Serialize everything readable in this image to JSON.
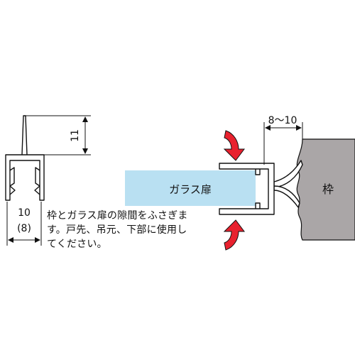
{
  "labels": {
    "height_dim": "11",
    "width_dim": "10",
    "width_dim_alt": "(8)",
    "gap_dim": "8〜10",
    "glass_door": "ガラス扉",
    "frame": "枠"
  },
  "description": {
    "lines": [
      "枠とガラス扉の隙間をふさぎま",
      "す。戸先、吊元、下部に使用し",
      "てください。"
    ]
  },
  "colors": {
    "glass": "#b9e0f2",
    "frame": "#aaa6a7",
    "arrow": "#e8212e",
    "line": "#111111"
  },
  "icons": {
    "upper_arrow": "curved-arrow-icon",
    "lower_arrow": "curved-arrow-icon"
  }
}
